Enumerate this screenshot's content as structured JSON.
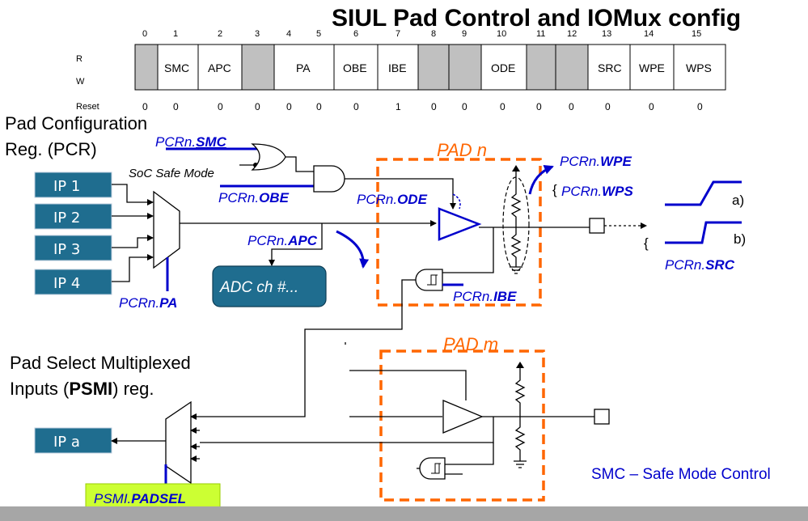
{
  "title": "SIUL Pad Control and IOMux config",
  "register": {
    "bit_numbers": [
      "0",
      "1",
      "2",
      "3",
      "4",
      "5",
      "6",
      "7",
      "8",
      "9",
      "10",
      "11",
      "12",
      "13",
      "14",
      "15"
    ],
    "row_r": "R",
    "row_w": "W",
    "row_reset": "Reset",
    "fields": [
      "SMC",
      "APC",
      "PA",
      "OBE",
      "IBE",
      "ODE",
      "SRC",
      "WPE",
      "WPS"
    ],
    "reset_values": [
      "0",
      "0",
      "0",
      "0",
      "0",
      "0",
      "0",
      "1",
      "0",
      "0",
      "0",
      "0",
      "0",
      "0",
      "0",
      "0"
    ]
  },
  "pcr_label": [
    "Pad Configuration",
    "Reg. (PCR)"
  ],
  "ip_inputs": [
    "IP 1",
    "IP 2",
    "IP 3",
    "IP 4"
  ],
  "ip_a": "IP a",
  "signals": {
    "pcrn_prefix": "PCRn.",
    "smc": "SMC",
    "obe": "OBE",
    "ode": "ODE",
    "apc": "APC",
    "pa": "PA",
    "ibe": "IBE",
    "wpe": "WPE",
    "wps": "WPS",
    "src": "SRC",
    "soc_safe_mode": "SoC Safe Mode",
    "psmi_prefix": "PSMI.",
    "padsel": "PADSEL"
  },
  "adc_label": "ADC ch #...",
  "pad_n": "PAD n",
  "pad_m": "PAD m",
  "slew_a": "a)",
  "slew_b": "b)",
  "psmi_label_line1": "Pad Select Multiplexed",
  "psmi_label_line2_pre": "Inputs (",
  "psmi_label_line2_bold": "PSMI",
  "psmi_label_line2_post": ") reg.",
  "smc_note": "SMC – Safe Mode Control",
  "colors": {
    "ip_box": "#1f6d8f",
    "blue_text": "#0000cc",
    "pad_border": "#ff6600",
    "grey_bit": "#c0c0c0",
    "padsel_bg": "#ccff33",
    "footer_bar": "#a6a6a6"
  }
}
